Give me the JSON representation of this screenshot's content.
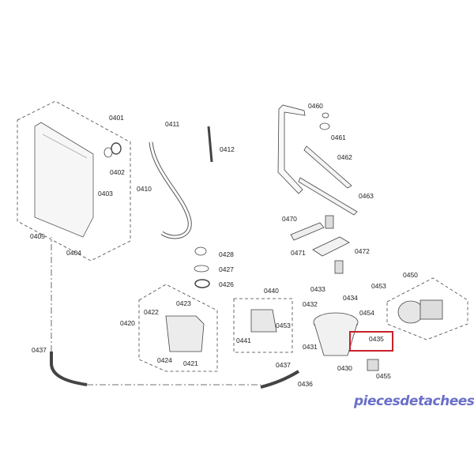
{
  "parts": [
    {
      "id": "p0401",
      "label": "0401"
    },
    {
      "id": "p0402",
      "label": "0402"
    },
    {
      "id": "p0403",
      "label": "0403"
    },
    {
      "id": "p0404",
      "label": "0404"
    },
    {
      "id": "p0405",
      "label": "0405"
    },
    {
      "id": "p0410",
      "label": "0410"
    },
    {
      "id": "p0411",
      "label": "0411"
    },
    {
      "id": "p0412",
      "label": "0412"
    },
    {
      "id": "p0420",
      "label": "0420"
    },
    {
      "id": "p0421",
      "label": "0421"
    },
    {
      "id": "p0422",
      "label": "0422"
    },
    {
      "id": "p0423",
      "label": "0423"
    },
    {
      "id": "p0424",
      "label": "0424"
    },
    {
      "id": "p0426",
      "label": "0426"
    },
    {
      "id": "p0427",
      "label": "0427"
    },
    {
      "id": "p0428",
      "label": "0428"
    },
    {
      "id": "p0430",
      "label": "0430"
    },
    {
      "id": "p0431",
      "label": "0431"
    },
    {
      "id": "p0432",
      "label": "0432"
    },
    {
      "id": "p0433",
      "label": "0433"
    },
    {
      "id": "p0434",
      "label": "0434"
    },
    {
      "id": "p0435",
      "label": "0435"
    },
    {
      "id": "p0436",
      "label": "0436"
    },
    {
      "id": "p0437a",
      "label": "0437"
    },
    {
      "id": "p0437b",
      "label": "0437"
    },
    {
      "id": "p0440",
      "label": "0440"
    },
    {
      "id": "p0441",
      "label": "0441"
    },
    {
      "id": "p0450",
      "label": "0450"
    },
    {
      "id": "p0453a",
      "label": "0453"
    },
    {
      "id": "p0453b",
      "label": "0453"
    },
    {
      "id": "p0454",
      "label": "0454"
    },
    {
      "id": "p0455",
      "label": "0455"
    },
    {
      "id": "p0460",
      "label": "0460"
    },
    {
      "id": "p0461",
      "label": "0461"
    },
    {
      "id": "p0462",
      "label": "0462"
    },
    {
      "id": "p0463",
      "label": "0463"
    },
    {
      "id": "p0470",
      "label": "0470"
    },
    {
      "id": "p0471",
      "label": "0471"
    },
    {
      "id": "p0472",
      "label": "0472"
    }
  ],
  "highlight": {
    "part": "0435",
    "color": "#c8202a"
  },
  "watermark": "piecesdetacheeselec.com",
  "colors": {
    "line": "#333333",
    "watermark": "#6a6fc8"
  }
}
